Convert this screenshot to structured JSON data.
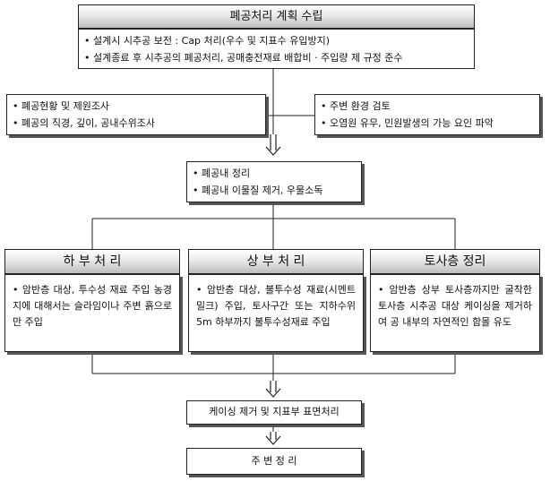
{
  "title_box": {
    "title": "폐공처리 계획 수립",
    "lines": [
      "• 설계시 시추공 보전 : Cap 처리(우수 및 지표수 유입방지)",
      "• 설계종료 후 시추공의 폐공처리, 공매충전재료 배합비 · 주입량 제 규정 준수"
    ]
  },
  "left_box": {
    "lines": [
      "• 폐공현황 및 제원조사",
      "• 폐공의 직경, 깊이, 공내수위조사"
    ]
  },
  "right_box": {
    "lines": [
      "• 주변 환경 검토",
      "• 오염원 유무, 민원발생의 가능 요인 파악"
    ]
  },
  "mid_box": {
    "lines": [
      "• 폐공내 정리",
      "• 폐공내 이물질 제거, 우물소독"
    ]
  },
  "branches": [
    {
      "header": "하 부 처 리",
      "text": "• 암반층 대상, 투수성 재료 주입 농경지에 대해서는 슬라임이나 주변 흙으로만 주입"
    },
    {
      "header": "상 부 처 리",
      "text": "• 암반층 대상, 불투수성 재료(시멘트 밀크) 주입, 토사구간 또는 지하수위 5m 하부까지 불투수성재료 주입"
    },
    {
      "header": "토사층 정리",
      "text": "• 암반층 상부 토사층까지만 굴착한 토사층 시추공 대상 케이싱을 제거하여 공 내부의 자연적인 함몰 유도"
    }
  ],
  "step_casing": "케이싱 제거 및 지표부 표면처리",
  "step_final": "주 변 정 리"
}
